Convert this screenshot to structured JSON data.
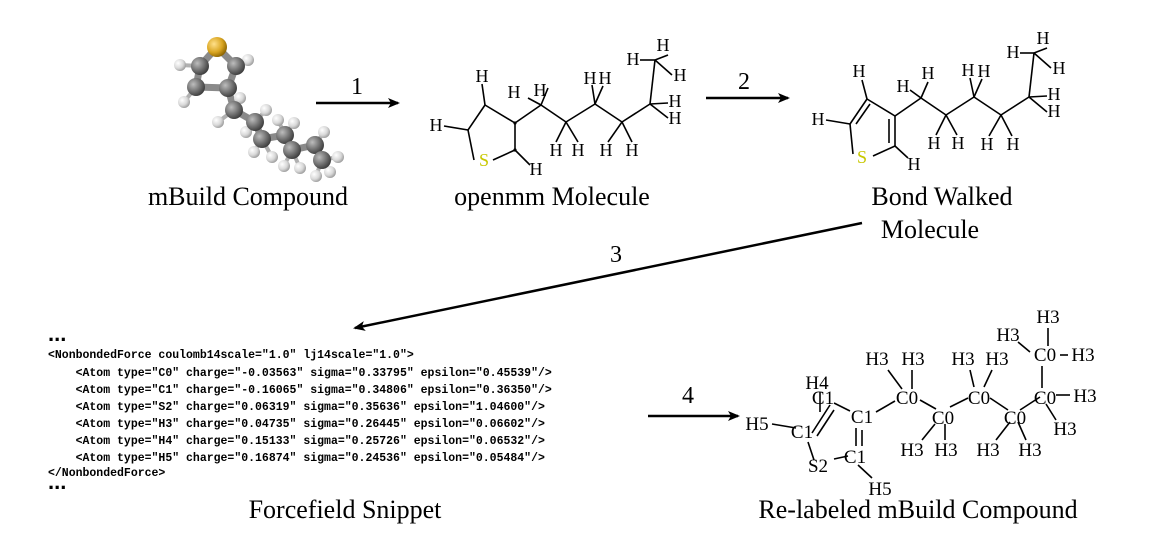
{
  "captions": {
    "mbuild": "mBuild Compound",
    "openmm": "openmm Molecule",
    "bondwalked_line1": "Bond Walked",
    "bondwalked_line2": "Molecule",
    "forcefield": "Forcefield Snippet",
    "relabeled": "Re-labeled mBuild Compound"
  },
  "steps": [
    "1",
    "2",
    "3",
    "4"
  ],
  "forcefield_snippet": {
    "ellipsis": "...",
    "lines": [
      "<NonbondedForce coulomb14scale=\"1.0\" lj14scale=\"1.0\">",
      "    <Atom type=\"C0\" charge=\"-0.03563\" sigma=\"0.33795\" epsilon=\"0.45539\"/>",
      "    <Atom type=\"C1\" charge=\"-0.16065\" sigma=\"0.34806\" epsilon=\"0.36350\"/>",
      "    <Atom type=\"S2\" charge=\"0.06319\" sigma=\"0.35636\" epsilon=\"1.04600\"/>",
      "    <Atom type=\"H3\" charge=\"0.04735\" sigma=\"0.26445\" epsilon=\"0.06602\"/>",
      "    <Atom type=\"H4\" charge=\"0.15133\" sigma=\"0.25726\" epsilon=\"0.06532\"/>",
      "    <Atom type=\"H5\" charge=\"0.16874\" sigma=\"0.24536\" epsilon=\"0.05484\"/>",
      "</NonbondedForce>"
    ]
  },
  "atoms": {
    "H": "H",
    "S": "S"
  },
  "relabeled_atoms": {
    "H4": "H4",
    "H5_left": "H5",
    "C1_a": "C1",
    "C1_b": "C1",
    "C1_left": "C1",
    "C1_bottom": "C1",
    "S2": "S2",
    "H5_bottom": "H5",
    "C0_1": "C0",
    "C0_2": "C0",
    "C0_3": "C0",
    "C0_4": "C0",
    "C0_5": "C0",
    "C0_6": "C0",
    "H3": "H3"
  },
  "colors": {
    "sulfur_label": "#c8c800",
    "sulfur_ball": "#d9a520",
    "carbon_ball": "#6e6e6e",
    "hydrogen_ball": "#e6e6e6"
  }
}
